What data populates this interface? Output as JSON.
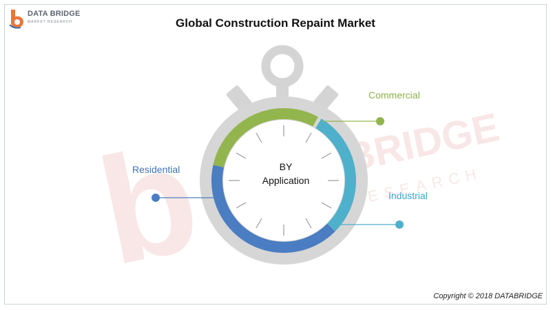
{
  "header": {
    "logo_brand": "DATA BRIDGE",
    "logo_sub": "MARKET RESEARCH",
    "title": "Global Construction Repaint Market"
  },
  "center": {
    "line1": "BY",
    "line2": "Application"
  },
  "segments": {
    "commercial": "Commercial",
    "residential": "Residential",
    "industrial": "Industrial"
  },
  "watermark": {
    "brand": "DATA BRIDGE",
    "sub": "MARKET RESEARCH"
  },
  "footer": {
    "copyright": "Copyright © 2018 DATABRIDGE"
  },
  "colors": {
    "commercial": "#93b54e",
    "residential": "#4a7dc2",
    "industrial": "#4fb0cb",
    "body": "#d6d6d6"
  }
}
